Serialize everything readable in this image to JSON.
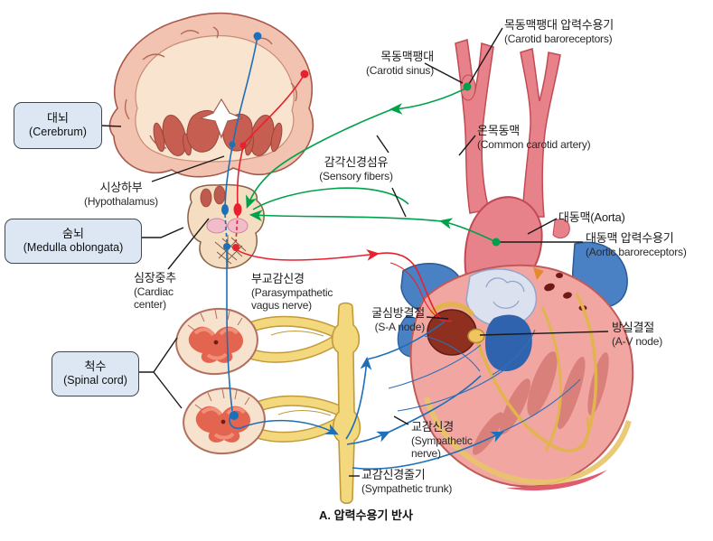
{
  "caption": "A. 압력수용기 반사",
  "boxes": {
    "cerebrum": {
      "kr": "대뇌",
      "en": "(Cerebrum)"
    },
    "medulla_oblongata": {
      "kr": "숨뇌",
      "en": "(Medulla oblongata)"
    },
    "spinal_cord": {
      "kr": "척수",
      "en": "(Spinal cord)"
    }
  },
  "labels": {
    "hypothalamus": {
      "kr": "시상하부",
      "en": "(Hypothalamus)"
    },
    "cardiac_center": {
      "kr": "심장중추",
      "en": "(Cardiac center)"
    },
    "parasympathetic_vagus": {
      "kr": "부교감신경",
      "en": "(Parasympathetic vagus nerve)"
    },
    "carotid_baroreceptors": {
      "kr": "목동맥팽대 압력수용기",
      "en": "(Carotid baroreceptors)"
    },
    "carotid_sinus": {
      "kr": "목동맥팽대",
      "en": "(Carotid sinus)"
    },
    "common_carotid_artery": {
      "kr": "온목동맥",
      "en": "(Common carotid artery)"
    },
    "sensory_fibers": {
      "kr": "감각신경섬유",
      "en": "(Sensory fibers)"
    },
    "aorta": {
      "text": "대동맥(Aorta)"
    },
    "aortic_baroreceptors": {
      "kr": "대동맥 압력수용기",
      "en": "(Aortic baroreceptors)"
    },
    "sa_node": {
      "kr": "굴심방결절",
      "en": "(S-A node)"
    },
    "av_node": {
      "kr": "방실결절",
      "en": "(A-V node)"
    },
    "sympathetic_nerve": {
      "kr": "교감신경",
      "en": "(Sympathetic nerve)"
    },
    "sympathetic_trunk": {
      "kr": "교감신경줄기",
      "en": "(Sympathetic trunk)"
    }
  },
  "colors": {
    "sensory_green": "#00a14b",
    "sympathetic_blue": "#1c6fb8",
    "parasympathetic_red": "#e8212e",
    "artery_pink": "#e8828a",
    "vein_blue": "#4a80c4",
    "nerve_yellow": "#f4d87e",
    "cortex_pink": "#f3c3b2",
    "label_box_fill": "#dce7f3",
    "label_box_border": "#42474f",
    "leader_black": "#1a1a1a"
  }
}
